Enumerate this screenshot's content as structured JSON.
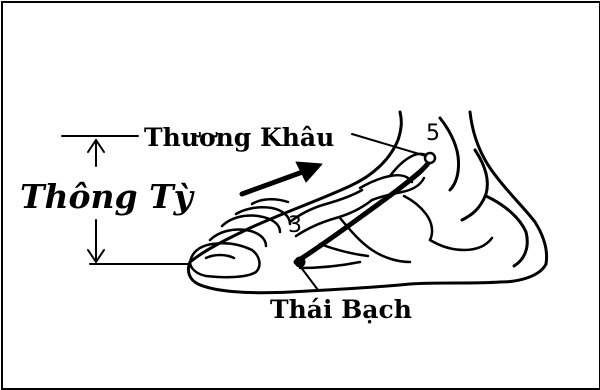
{
  "labels": {
    "thuong_khau": "Thương Khâu",
    "thong_ty": "Thông Tỳ",
    "thai_bach": "Thái Bạch",
    "marker_5": "5",
    "marker_3": "3"
  },
  "colors": {
    "line": "#000000",
    "background": "#ffffff"
  }
}
